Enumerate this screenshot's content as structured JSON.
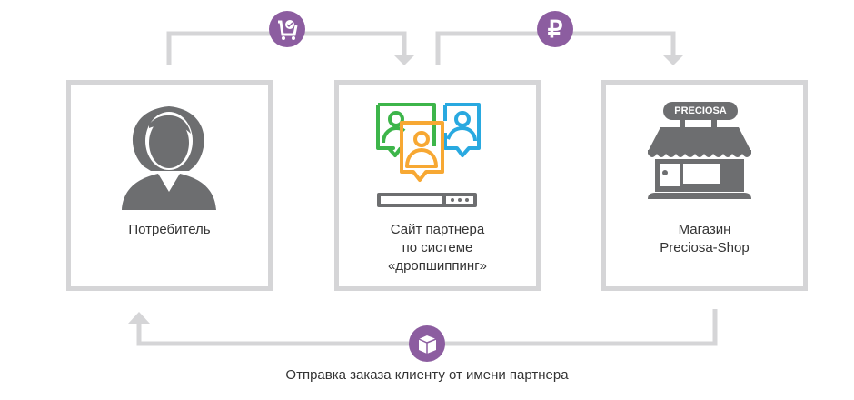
{
  "colors": {
    "connector": "#d5d5d7",
    "badge": "#8c5da0",
    "icon_gray": "#6d6e70",
    "green": "#3db54a",
    "blue": "#29a9e0",
    "orange": "#f7a833"
  },
  "nodes": [
    {
      "label_lines": [
        "Потребитель"
      ],
      "icon": "woman-avatar-icon"
    },
    {
      "label_lines": [
        "Сайт партнера",
        "по системе",
        "«дропшиппинг»"
      ],
      "icon": "partner-site-icon"
    },
    {
      "label_lines": [
        "Магазин",
        "Preciosa-Shop"
      ],
      "icon": "storefront-icon",
      "sign_text": "PRECIOSA"
    }
  ],
  "badges": [
    "cart-check-icon",
    "ruble-icon",
    "package-icon"
  ],
  "bottom_caption": "Отправка заказа клиенту от имени партнера"
}
